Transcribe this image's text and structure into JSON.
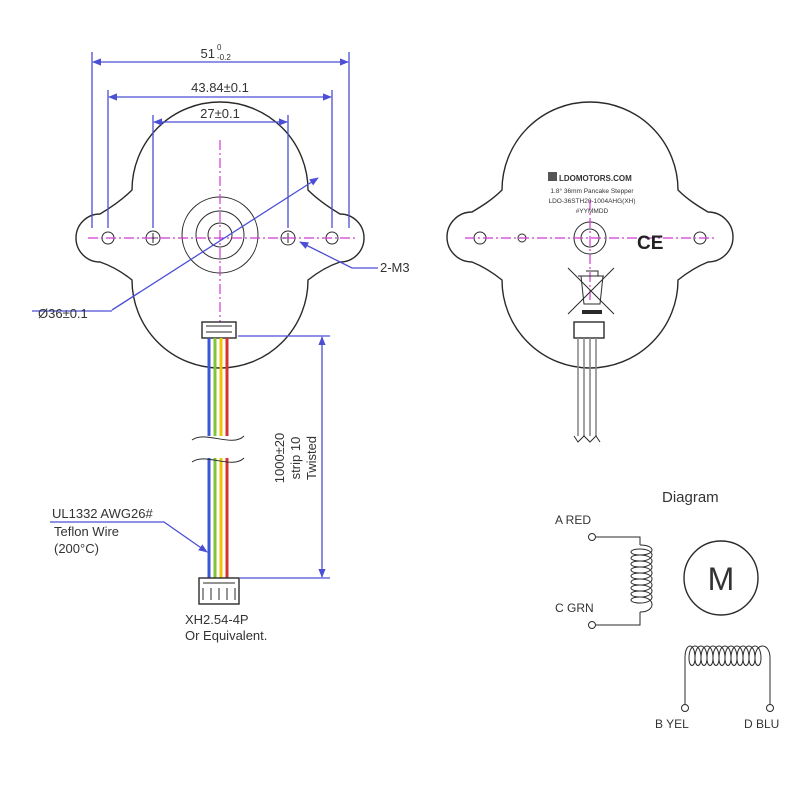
{
  "front_view": {
    "dim_width": "51",
    "dim_width_tol_upper": "0",
    "dim_width_tol_lower": "-0.2",
    "dim_mount_holes": "43.84±0.1",
    "dim_screws": "27±0.1",
    "dim_diameter": "Ø36±0.1",
    "label_screws": "2-M3",
    "dim_cable_line1": "1000±20",
    "dim_cable_line2": "strip 10",
    "dim_cable_line3": "Twisted",
    "wire_label_line1": "UL1332 AWG26#",
    "wire_label_line2": "Teflon Wire",
    "wire_label_line3": "(200°C)",
    "connector_label_line1": "XH2.54-4P",
    "connector_label_line2": "Or Equivalent.",
    "wire_colors": [
      "#3a57d8",
      "#7ec53a",
      "#f0c400",
      "#d93030"
    ]
  },
  "back_view": {
    "brand": "LDOMOTORS.COM",
    "line1": "1.8° 36mm Pancake Stepper",
    "line2": "LDO-36STH20-1004AHG(XH)",
    "line3": "#YYMMDD",
    "ce_mark": "CE"
  },
  "diagram": {
    "title": "Diagram",
    "motor_symbol": "M",
    "label_a": "A RED",
    "label_c": "C GRN",
    "label_b": "B YEL",
    "label_d": "D BLU"
  }
}
